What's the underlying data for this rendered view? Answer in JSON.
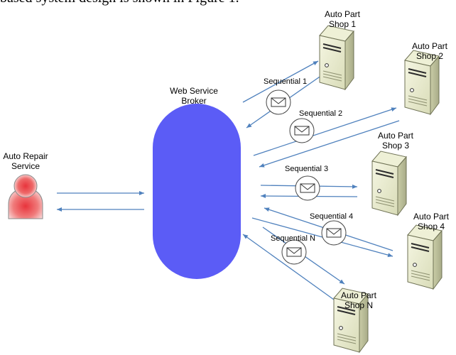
{
  "caption": "based system design is shown in Figure 1.",
  "client": {
    "label_line1": "Auto Repair",
    "label_line2": "Service"
  },
  "broker": {
    "label_line1": "Web Service",
    "label_line2": "Broker",
    "color": "#5b5cf6"
  },
  "shops": [
    {
      "line1": "Auto Part",
      "line2": "Shop 1"
    },
    {
      "line1": "Auto Part",
      "line2": "Shop 2"
    },
    {
      "line1": "Auto Part",
      "line2": "Shop 3"
    },
    {
      "line1": "Auto Part",
      "line2": "Shop 4"
    },
    {
      "line1": "Auto Part",
      "line2": "Shop N"
    }
  ],
  "messages": [
    "Sequential 1",
    "Sequential 2",
    "Sequential 3",
    "Sequential 4",
    "Sequential N"
  ],
  "colors": {
    "arrow": "#4f81bd",
    "person": "#e8343c",
    "server": "#e9eccd"
  }
}
